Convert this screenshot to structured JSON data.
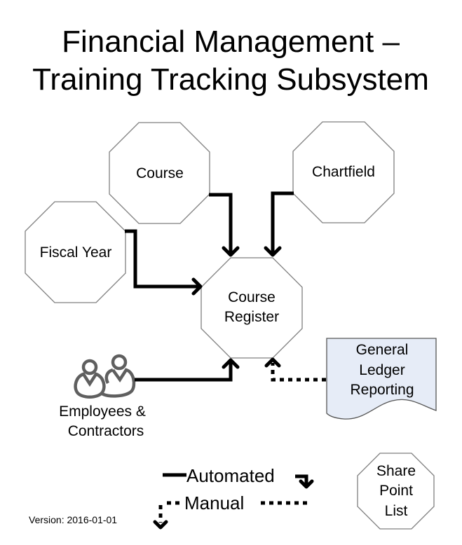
{
  "title": {
    "line1": "Financial Management –",
    "line2": "Training Tracking Subsystem"
  },
  "nodes": {
    "course": "Course",
    "chartfield": "Chartfield",
    "fiscal_year": "Fiscal Year",
    "course_register": [
      "Course",
      "Register"
    ],
    "employees": [
      "Employees &",
      "Contractors"
    ],
    "general_ledger": [
      "General",
      "Ledger",
      "Reporting"
    ],
    "share_point": [
      "Share",
      "Point",
      "List"
    ]
  },
  "node_shapes": {
    "course": "octagon",
    "chartfield": "octagon",
    "fiscal_year": "octagon",
    "course_register": "octagon",
    "employees": "people-icon",
    "general_ledger": "document",
    "share_point": "octagon"
  },
  "edges": [
    {
      "from": "Course",
      "to": "Course Register",
      "type": "automated"
    },
    {
      "from": "Chartfield",
      "to": "Course Register",
      "type": "automated"
    },
    {
      "from": "Fiscal Year",
      "to": "Course Register",
      "type": "automated"
    },
    {
      "from": "Employees & Contractors",
      "to": "Course Register",
      "type": "automated"
    },
    {
      "from": "General Ledger Reporting",
      "to": "Course Register",
      "type": "manual"
    }
  ],
  "legend": {
    "automated": "Automated",
    "manual": "Manual"
  },
  "version": "Version: 2016-01-01",
  "colors": {
    "document_fill": "#e6ecf7",
    "octagon_stroke": "#7f7f7f",
    "people_icon": "#5f5f5f"
  }
}
